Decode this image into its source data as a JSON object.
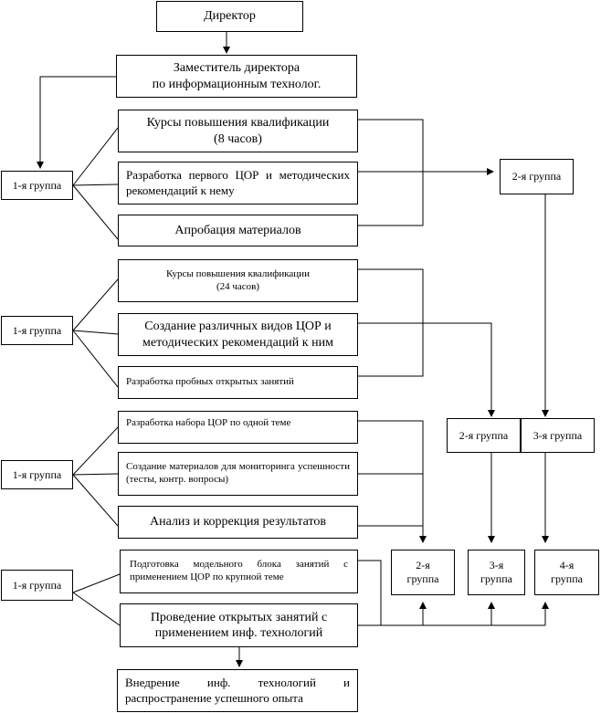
{
  "director": "Директор",
  "deputy": "Заместитель директора\nпо информационным технолог.",
  "group1_label": "1-я группа",
  "group2_label": "2-я группа",
  "group3_label": "3-я группа",
  "stage1": {
    "courses": "Курсы повышения квалификации\n(8 часов)",
    "develop": "Разработка первого ЦОР и методических рекомендаций к нему",
    "approbation": "Апробация материалов"
  },
  "stage2": {
    "courses": "Курсы повышения квалификации\n(24 часов)",
    "create": "Создание различных видов ЦОР и методических рекомендаций к ним",
    "open_lessons": "Разработка пробных открытых занятий"
  },
  "stage3": {
    "set_cor": "Разработка набора ЦОР по одной теме",
    "monitoring": "Создание материалов для мониторинга успешности (тесты, контр. вопросы)",
    "analysis": "Анализ и коррекция результатов"
  },
  "stage4": {
    "model_block": "Подготовка модельного блока занятий с применением ЦОР по крупной теме",
    "open_lessons": "Проведение открытых занятий с применением инф. технологий"
  },
  "final": "Внедрение инф. технологий и распространение успешного опыта",
  "bottom_groups": [
    "2-я\nгруппа",
    "3-я\nгруппа",
    "4-я\nгруппа"
  ]
}
